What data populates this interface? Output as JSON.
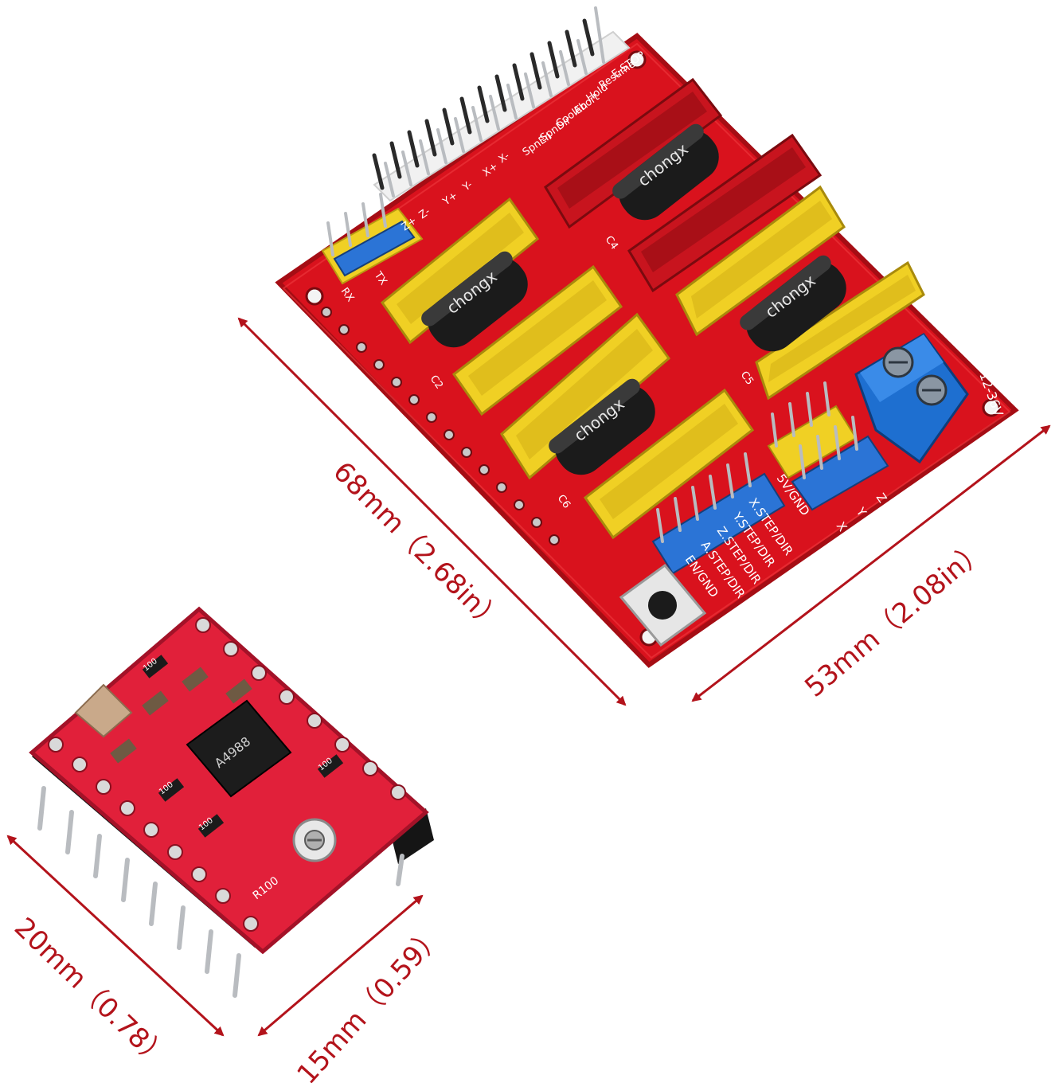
{
  "colors": {
    "arrow": "#b3131b",
    "dimension_text": "#b3131b",
    "board_red": "#d9121d",
    "board_edge": "#a50d14",
    "header_yellow": "#f0d024",
    "header_red": "#c8141e",
    "capacitor_black": "#1b1b1b",
    "terminal_blue": "#1e6fd0",
    "pin_blue": "#2b74d6",
    "pin_metal": "#b9bcc0",
    "driver_red": "#e1203a",
    "driver_chip": "#1c1c1c",
    "header_black": "#151515"
  },
  "dimensions": {
    "shield_length": "68mm（2.68in）",
    "shield_width": "53mm（2.08in）",
    "driver_length": "20mm（0.78）",
    "driver_width": "15mm（0.59）"
  },
  "shield": {
    "pin_labels": [
      "X.STEP/DIR",
      "Y.STEP/DIR",
      "Z.STEP/DIR",
      "A.STEP/DIR",
      "5V/GND",
      "EN/GND"
    ],
    "axis_labels": [
      "X",
      "Y",
      "Z"
    ],
    "top_labels": [
      "E-STOP",
      "Resume",
      "Hold",
      "Abort",
      "CoolEn",
      "SpnDir",
      "SpnEn",
      "Z+",
      "Z-",
      "Y+",
      "Y-",
      "X+",
      "X-"
    ],
    "capacitor_brand": "chongx",
    "power_label": "12-36V",
    "cap_labels": [
      "C2",
      "C5",
      "C6",
      "C4"
    ],
    "rx_label": "RX",
    "tx_label": "TX"
  },
  "driver": {
    "chip_text": "A4988",
    "resistor_code": "100",
    "sense_code": "R100"
  }
}
